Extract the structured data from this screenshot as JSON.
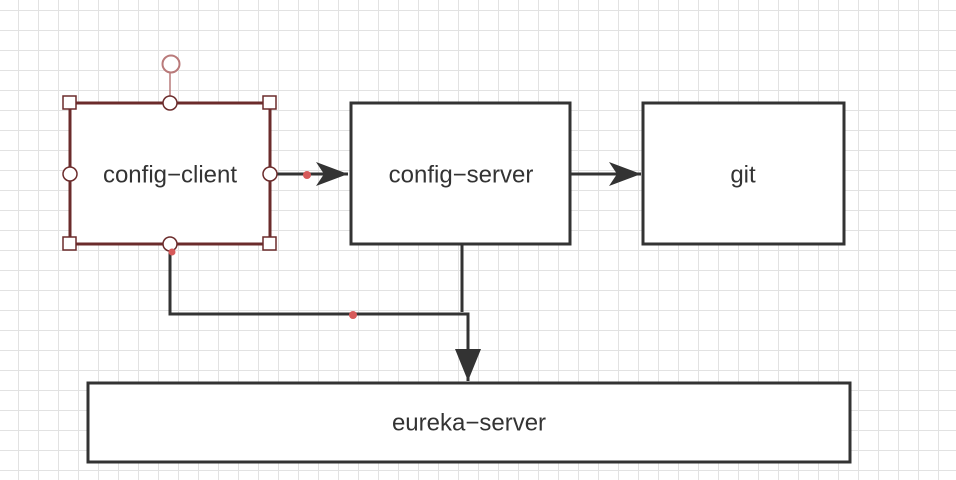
{
  "diagram": {
    "nodes": {
      "config_client": "config−client",
      "config_server": "config−server",
      "git": "git",
      "eureka_server": "eureka−server"
    },
    "edges": [
      {
        "from": "config-client",
        "to": "config-server"
      },
      {
        "from": "config-server",
        "to": "git"
      },
      {
        "from": "config-server",
        "to": "eureka-server"
      },
      {
        "from": "config-client",
        "to": "eureka-server"
      }
    ],
    "selected_node": "config-client",
    "colors": {
      "stroke": "#333333",
      "selection": "#6b2b2b",
      "handle_fill": "#ffffff",
      "rotate_handle": "#b97a7a",
      "waypoint": "#d65a5a",
      "label": "#333333"
    }
  }
}
